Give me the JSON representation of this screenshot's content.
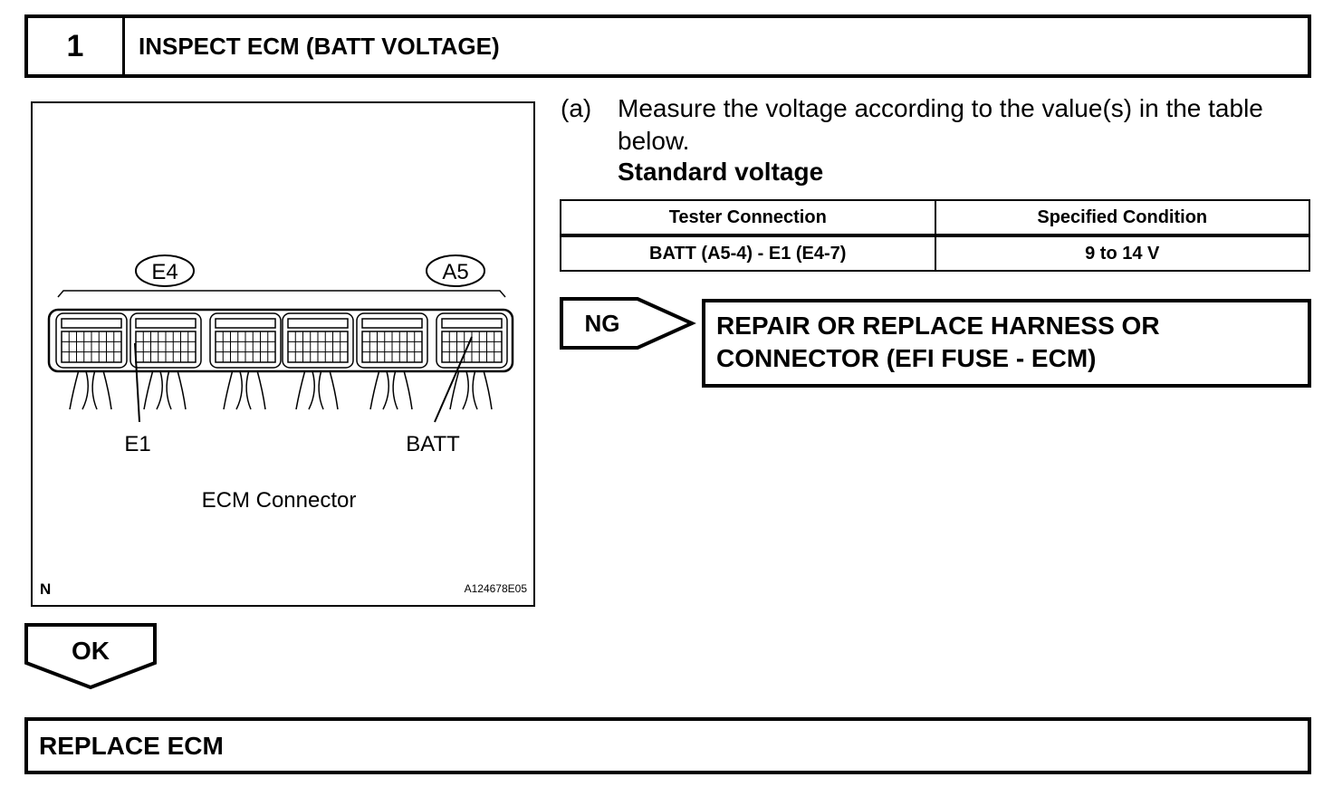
{
  "step": {
    "number": "1",
    "title": "INSPECT ECM (BATT VOLTAGE)"
  },
  "figure": {
    "connector_labels": [
      "E4",
      "A5"
    ],
    "terminal_labels": [
      "E1",
      "BATT"
    ],
    "caption": "ECM Connector",
    "corner_mark": "N",
    "figure_id": "A124678E05"
  },
  "instruction": {
    "marker": "(a)",
    "text": "Measure the voltage according to the value(s) in the table below.",
    "heading": "Standard voltage"
  },
  "table": {
    "headers": [
      "Tester Connection",
      "Specified Condition"
    ],
    "rows": [
      [
        "BATT (A5-4) - E1 (E4-7)",
        "9 to 14 V"
      ]
    ]
  },
  "ng": {
    "label": "NG",
    "result": "REPAIR OR REPLACE HARNESS OR CONNECTOR (EFI FUSE - ECM)"
  },
  "ok": {
    "label": "OK",
    "result": "REPLACE ECM"
  }
}
